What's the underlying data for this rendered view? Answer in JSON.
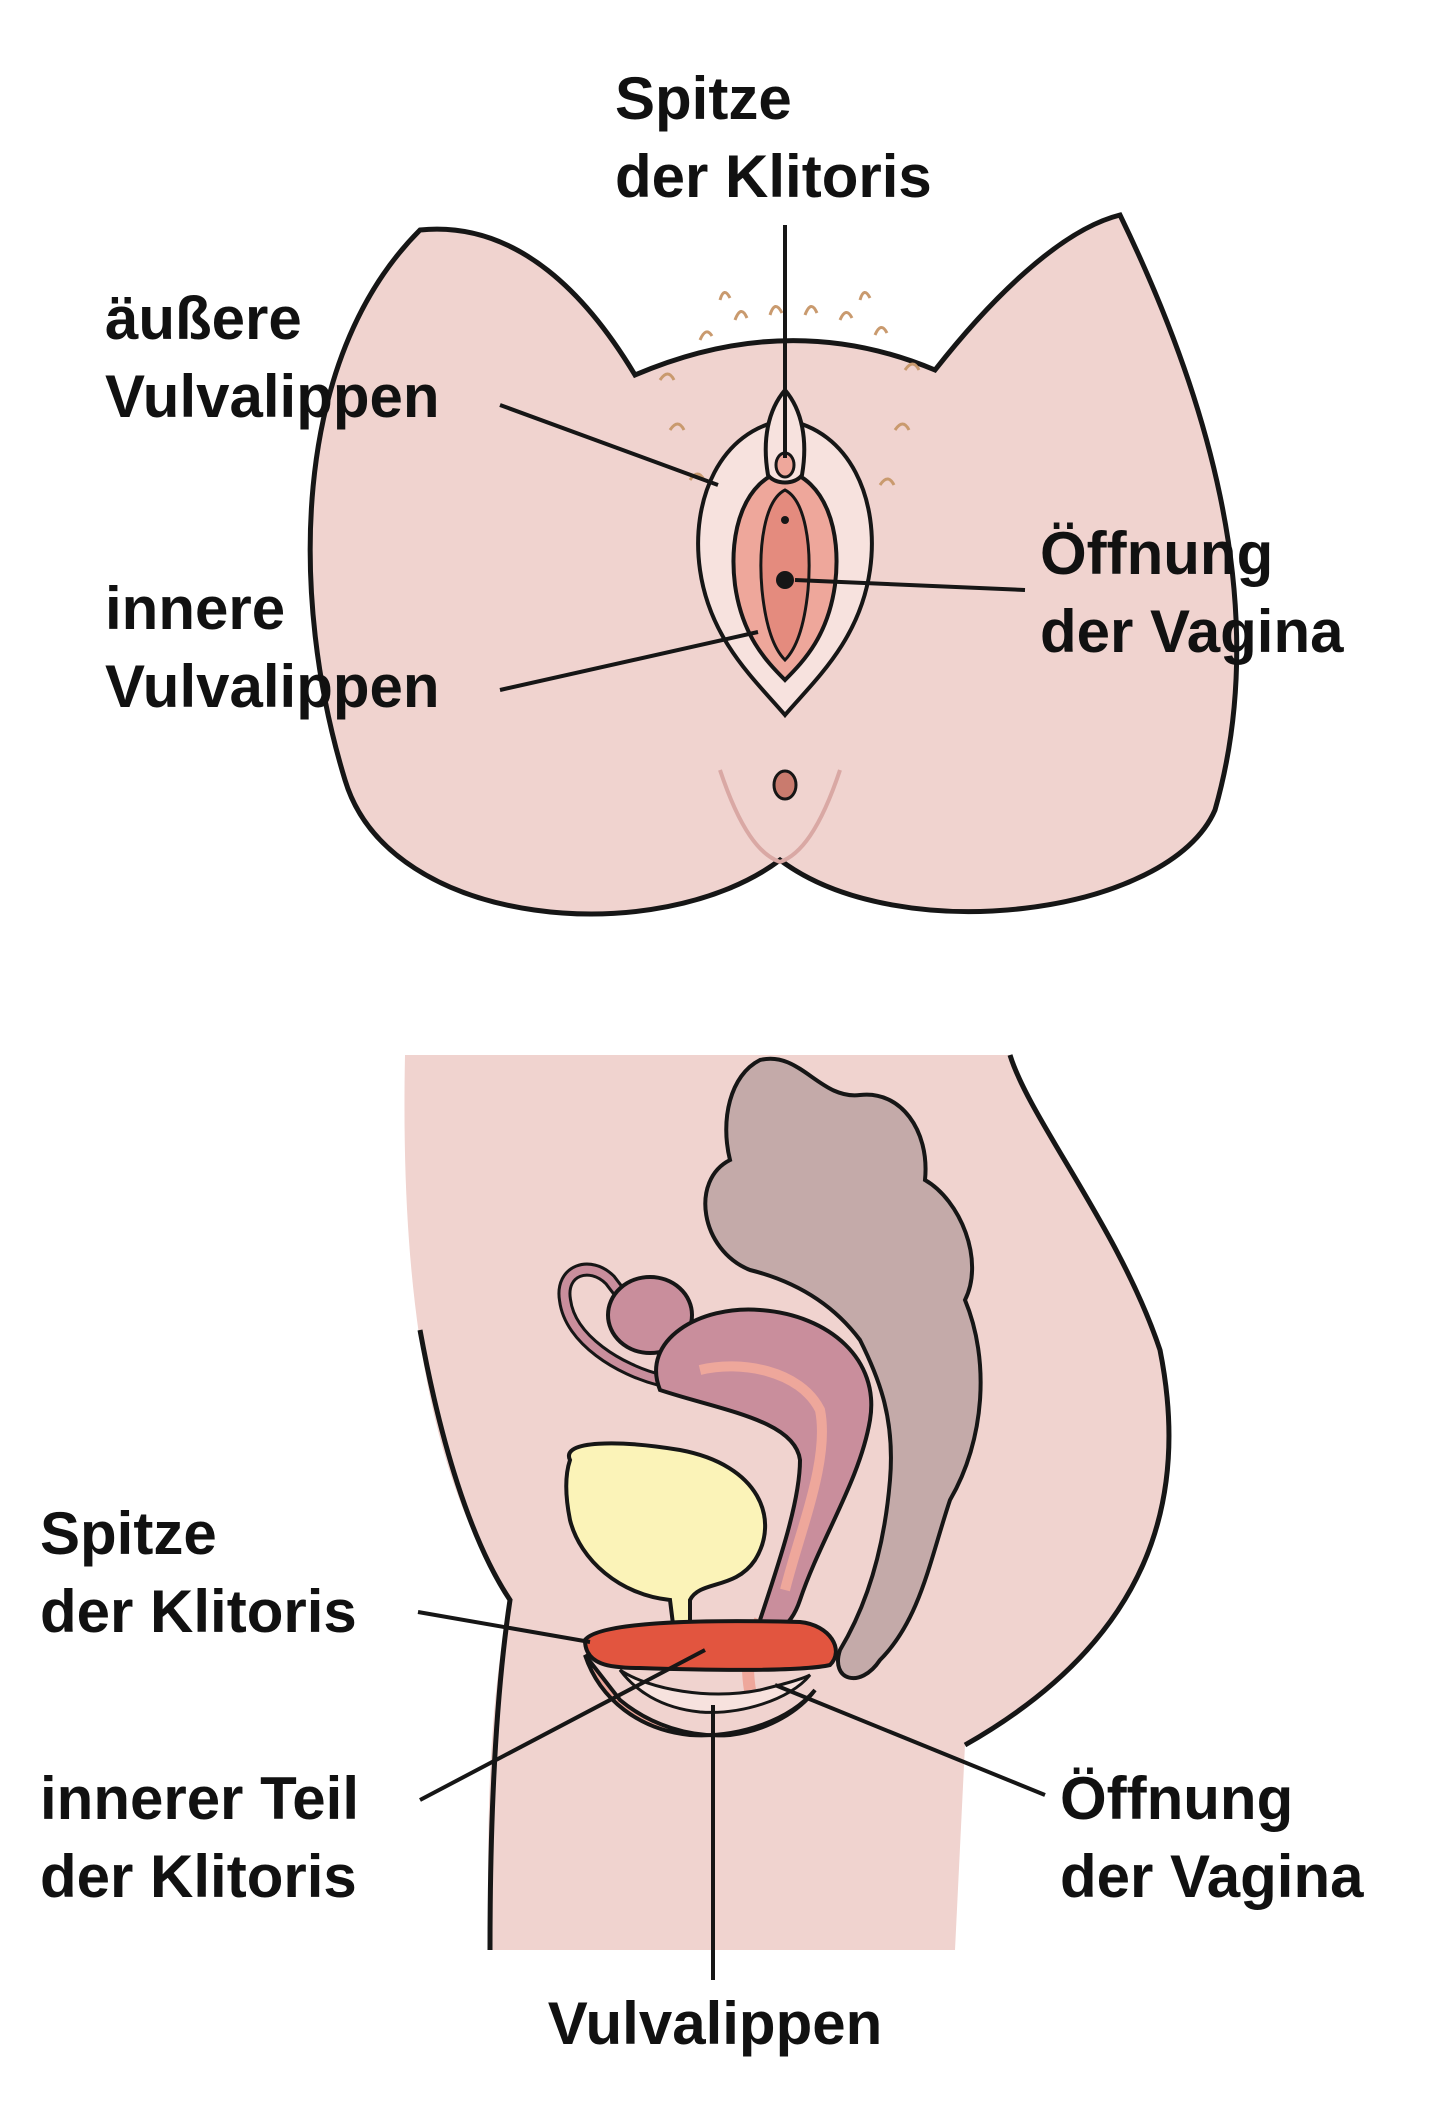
{
  "top": {
    "label_clitoris_tip": [
      "Spitze",
      "der Klitoris"
    ],
    "label_outer_labia": [
      "äußere",
      "Vulvalippen"
    ],
    "label_vagina_opening": [
      "Öffnung",
      "der Vagina"
    ],
    "label_inner_labia": [
      "innere",
      "Vulvalippen"
    ]
  },
  "bottom": {
    "label_clitoris_tip": [
      "Spitze",
      "der Klitoris"
    ],
    "label_inner_clitoris": [
      "innerer Teil",
      "der Klitoris"
    ],
    "label_vagina_opening": [
      "Öffnung",
      "der Vagina"
    ],
    "label_labia": "Vulvalippen"
  },
  "colors": {
    "skin": "#f0d3cf",
    "skin_shadow": "#e4b9b4",
    "labia_outer": "#f7e2de",
    "labia_inner": "#eea79b",
    "clitoris": "#e2553f",
    "bladder": "#fbf3b8",
    "uterus": "#c98e9c",
    "bowel": "#c4aaa9",
    "ink": "#161616"
  }
}
